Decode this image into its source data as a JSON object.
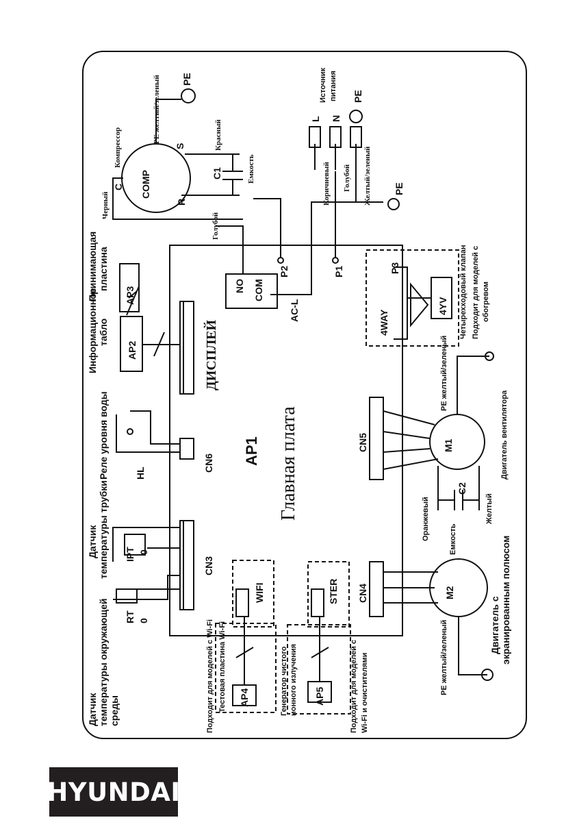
{
  "brand": "HYUNDAI",
  "main_board": {
    "id": "AP1",
    "title": "Главная плата"
  },
  "display": {
    "label": "ДИСПЛЕЙ"
  },
  "connectors": {
    "cn3": "CN3",
    "cn4": "CN4",
    "cn5": "CN5",
    "cn6": "CN6",
    "wifi": "WIFI",
    "ster": "STER",
    "four_way": "4WAY",
    "no": "NO",
    "com": "COM",
    "acl": "AC-L",
    "p1": "P1",
    "p2": "P2",
    "p3": "P3",
    "fouryv": "4YV"
  },
  "components": {
    "rt": "RT",
    "rt_sym": "0",
    "ipt": "IPT",
    "ipt_sym": "0",
    "hl": "HL",
    "comp": "COMP",
    "comp_c": "C",
    "comp_s": "S",
    "comp_r": "R",
    "c1": "C1",
    "m1": "M1",
    "m2": "M2",
    "c2": "C2",
    "ap2": "AP2",
    "ap3": "AP3",
    "ap4": "AP4",
    "ap5": "AP5",
    "l": "L",
    "n": "N",
    "pe": "PE"
  },
  "labels": {
    "ambient_sensor": [
      "Датчик",
      "температуры окружающей",
      "среды"
    ],
    "pipe_sensor": [
      "Датчик",
      "температуры трубки"
    ],
    "water_relay": "Реле уровня воды",
    "info_display": [
      "Информационное",
      "табло"
    ],
    "receiving_board": [
      "Принимающая",
      "пластина"
    ],
    "compressor": "Компрессор",
    "pe_yellow_green": "PE желтый/зеленый",
    "black": "Черный",
    "red": "Красный",
    "capacity": "Емкость",
    "blue": "Голубой",
    "brown": "Коричневый",
    "yellow_green": "Желтый/зеленый",
    "power_source": [
      "Источник",
      "питания"
    ],
    "four_way_valve": "Четырехходовый клапан",
    "heating_models": [
      "Подходит для моделей с",
      "обогревом"
    ],
    "fan_motor": "Двигатель вентилятора",
    "orange": "Оранжевый",
    "yellow": "Желтый",
    "shielded_motor": [
      "Двигатель с",
      "экранированным полюсом"
    ],
    "wifi_models": "Подходит для моделей с Wi-Fi",
    "wifi_test_board": "Тестовая пластина Wi-Fi",
    "ion_generator": [
      "Генератор чистого",
      "ионного излучения"
    ],
    "wifi_cleaner_models": [
      "Подходит для моделей с",
      "Wi-Fi и очистителями"
    ]
  }
}
